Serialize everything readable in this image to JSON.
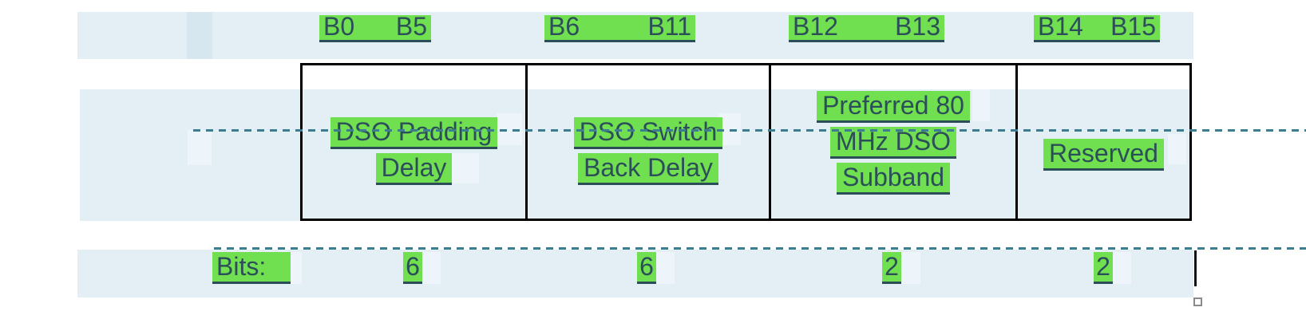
{
  "figure": {
    "title_hint": "16-bit field layout figure",
    "bit_ranges": [
      {
        "start": "B0",
        "end": "B5"
      },
      {
        "start": "B6",
        "end": "B11"
      },
      {
        "start": "B12",
        "end": "B13"
      },
      {
        "start": "B14",
        "end": "B15"
      }
    ],
    "fields": [
      {
        "lines": [
          "DSO Padding",
          "Delay"
        ],
        "bits": "6"
      },
      {
        "lines": [
          "DSO Switch",
          "Back Delay"
        ],
        "bits": "6"
      },
      {
        "lines": [
          "Preferred 80",
          "MHz DSO",
          "Subband"
        ],
        "bits": "2"
      },
      {
        "lines": [
          "Reserved"
        ],
        "bits": "2"
      }
    ],
    "bits_label": "Bits:"
  },
  "editor_artifacts": {
    "selection_highlight": "text-selection-bands",
    "match_highlight": "green-found-text",
    "anchor_lines": "teal-dashed",
    "caret": "text-cursor",
    "resize_handle": "square-outline"
  },
  "colors": {
    "highlight_green": "#70df50",
    "selection_blue": "#e3eef5",
    "selection_blue_light": "#edf5fa",
    "selection_blue_dark": "#d7e7f0",
    "text": "#2b4e59",
    "dashed": "#3e7d8d",
    "border": "#000000"
  }
}
